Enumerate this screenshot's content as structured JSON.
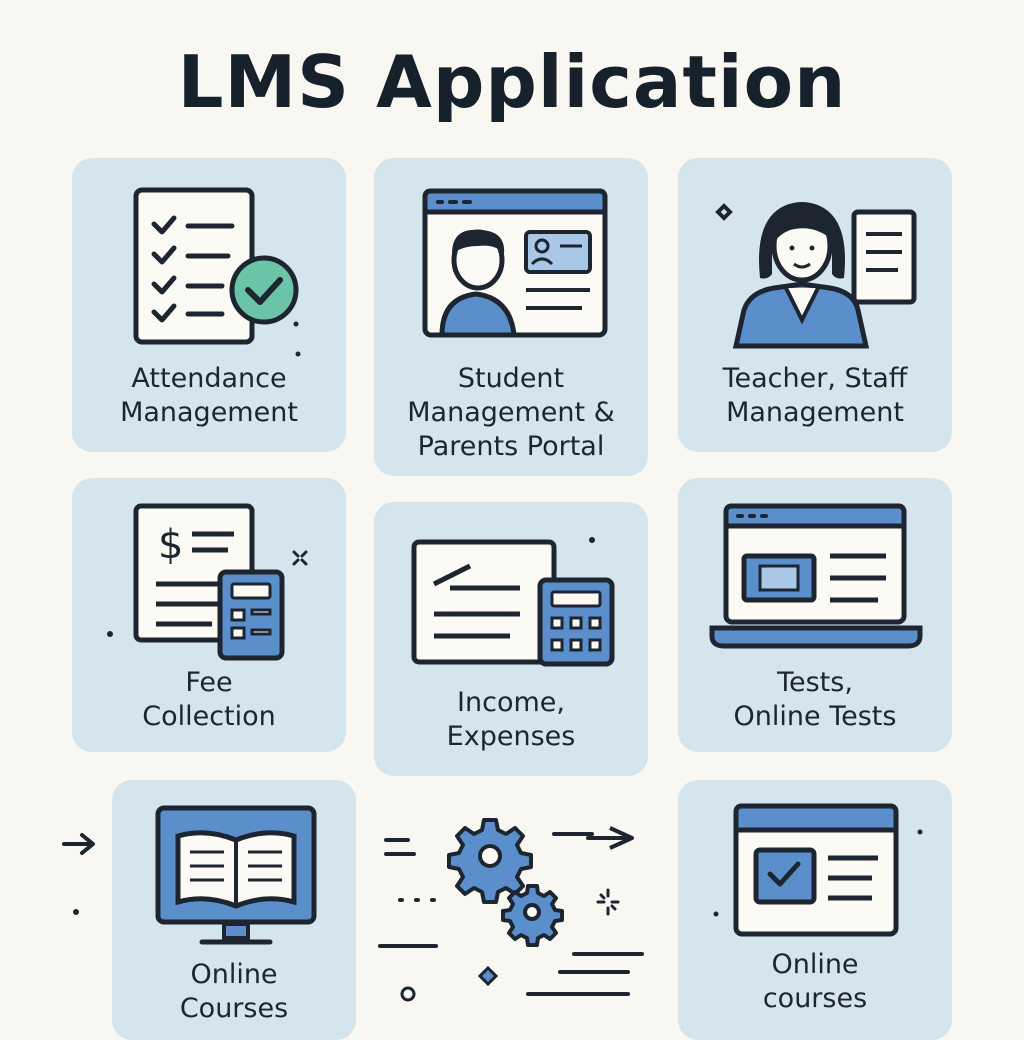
{
  "title": "LMS Application",
  "colors": {
    "background": "#f8f7f2",
    "card": "#d5e5ee",
    "accent_blue": "#5b8fcc",
    "accent_green": "#6cc4a8",
    "outline": "#1d2630"
  },
  "cards": [
    {
      "icon": "attendance-checklist-icon",
      "lines": [
        "Attendance",
        "Management"
      ]
    },
    {
      "icon": "student-profile-icon",
      "lines": [
        "Student",
        "Management &",
        "Parents Portal"
      ]
    },
    {
      "icon": "teacher-icon",
      "lines": [
        "Teacher, Staff",
        "Management"
      ]
    },
    {
      "icon": "fee-invoice-calculator-icon",
      "lines": [
        "Fee",
        "Collection"
      ]
    },
    {
      "icon": "income-expenses-calculator-icon",
      "lines": [
        "Income,",
        "Expenses"
      ]
    },
    {
      "icon": "laptop-test-icon",
      "lines": [
        "Tests,",
        "Online Tests"
      ]
    },
    {
      "icon": "monitor-book-icon",
      "lines": [
        "Online",
        "Courses"
      ]
    },
    {
      "icon": "gears-icon",
      "lines": []
    },
    {
      "icon": "browser-checkbox-icon",
      "lines": [
        "Online",
        "courses"
      ]
    }
  ]
}
